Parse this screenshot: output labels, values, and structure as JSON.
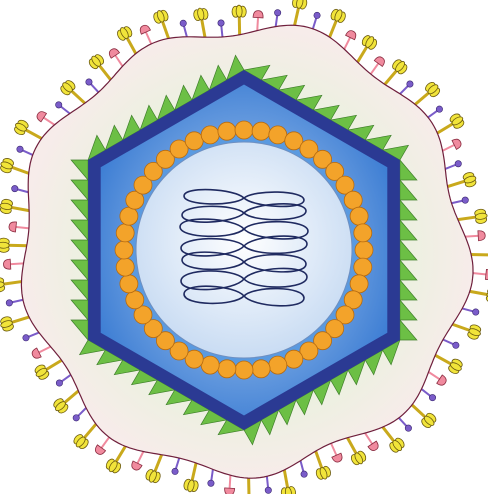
{
  "diagram": {
    "subject": "herpesvirus-virion",
    "parts": {
      "envelope": {
        "name": "envelope",
        "color": "#f7ecea",
        "edge": "#6f1f3c"
      },
      "tegument": {
        "name": "tegument",
        "color": "#cfe8b4"
      },
      "spikes": {
        "name": "capsid-spikes",
        "color": "#6cbf45",
        "count_per_side": 9
      },
      "capsid": {
        "name": "capsid",
        "outer": "#2b3a93",
        "fill_outer": "#4f8fde",
        "fill_inner": "#9cc4ef"
      },
      "capsomeres": {
        "name": "capsomere-ring",
        "color": "#f3a32a",
        "count": 44
      },
      "core": {
        "name": "core",
        "color": "#e6eef9"
      },
      "genome": {
        "name": "dna-genome",
        "color": "#1f2a60"
      },
      "glycoproteins": [
        {
          "type": "yellow-spike",
          "color": "#f1e43a",
          "stalk": "#c9a91c",
          "count": 36
        },
        {
          "type": "pink-spike",
          "color": "#f08a9e",
          "count": 20
        },
        {
          "type": "purple-spike",
          "color": "#7a5cc9",
          "count": 22
        }
      ]
    },
    "labels": []
  }
}
